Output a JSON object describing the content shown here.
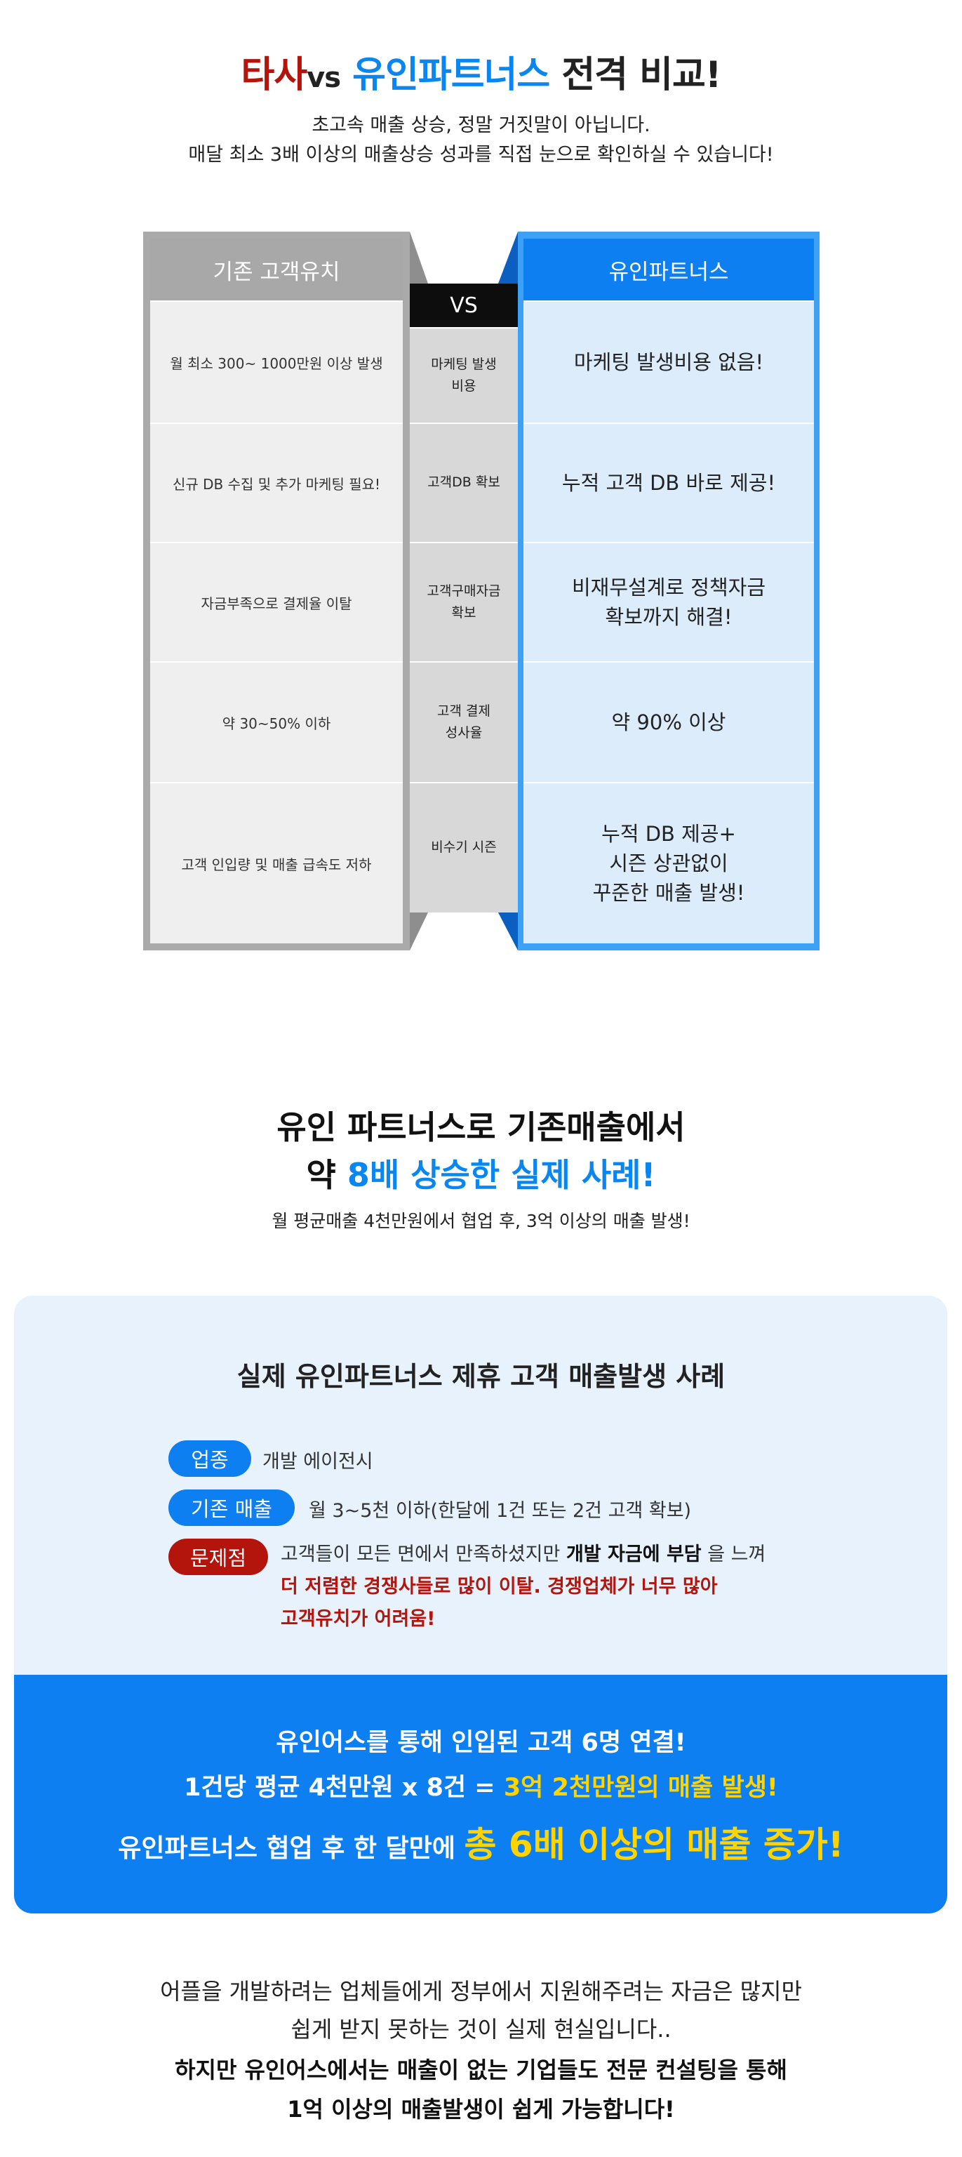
{
  "section1": {
    "title": {
      "brand_red": "타사",
      "vs": "vs",
      "brand_blue": "유인파트너스",
      "rest": "전격 비교!"
    },
    "subtitle_lines": [
      "초고속 매출 상승, 정말 거짓말이 아닙니다.",
      "매달 최소 3배 이상의 매출상승 성과를 직접 눈으로 확인하실 수 있습니다!"
    ],
    "table": {
      "left_header": "기존 고객유치",
      "vs_label": "VS",
      "right_header": "유인파트너스",
      "rows": [
        {
          "left": "월 최소 300~ 1000만원 이상 발생",
          "mid": "마케팅 발생\n비용",
          "right": "마케팅 발생비용 없음!"
        },
        {
          "left": "신규 DB 수집 및 추가 마케팅 필요!",
          "mid": "고객DB 확보",
          "right": "누적 고객 DB 바로 제공!"
        },
        {
          "left": "자금부족으로 결제율 이탈",
          "mid": "고객구매자금\n확보",
          "right": "비재무설계로 정책자금\n확보까지 해결!"
        },
        {
          "left": "약 30~50% 이하",
          "mid": "고객 결제\n성사율",
          "right": "약 90% 이상"
        },
        {
          "left": "고객 인입량 및 매출 급속도 저하",
          "mid": "비수기 시즌",
          "right": "누적 DB 제공+\n시즌 상관없이\n꾸준한 매출 발생!"
        }
      ]
    }
  },
  "section2": {
    "headline_1": "유인 파트너스로 기존매출에서",
    "headline_2_prefix": "약 ",
    "headline_2_blue": "8배 상승한 실제 사례!",
    "subline": "월 평균매출 4천만원에서 협업 후, 3억 이상의 매출 발생!"
  },
  "case_card": {
    "title": "실제 유인파트너스 제휴 고객 매출발생 사례",
    "industry_label": "업종",
    "industry_value": "개발 에이전시",
    "prev_sales_label": "기존 매출",
    "prev_sales_value": "월 3~5천 이하(한달에 1건 또는 2건 고객 확보)",
    "problem_label": "문제점",
    "problem_text_1": "고객들이 모든 면에서 만족하셨지만",
    "problem_bold": "개발 자금에 부담",
    "problem_text_2": "을 느껴",
    "problem_red_1": "더 저렴한 경쟁사들로 많이 이탈. 경쟁업체가 너무 많아",
    "problem_red_2": "고객유치가 어려움!",
    "band_line_1": "유인어스를 통해 인입된 고객 6명 연결!",
    "band_line_2_white": "1건당 평균 4천만원 x 8건 =",
    "band_line_2_yellow": "3억 2천만원의 매출 발생!",
    "band_line_3_white": "유인파트너스 협업 후 한 달만에",
    "band_line_3_yellow": "총 6배 이상의 매출 증가!"
  },
  "footer": {
    "line_1": "어플을 개발하려는 업체들에게 정부에서 지원해주려는 자금은 많지만",
    "line_2": "쉽게 받지 못하는 것이 실제 현실입니다..",
    "line_3": "하지만 유인어스에서는 매출이 없는 기업들도 전문 컨설팅을 통해",
    "line_4": "1억 이상의 매출발생이 쉽게 가능합니다!"
  },
  "colors": {
    "accent_blue": "#0d7ff0",
    "accent_red": "#b3150d",
    "highlight_yellow": "#ffd400"
  }
}
